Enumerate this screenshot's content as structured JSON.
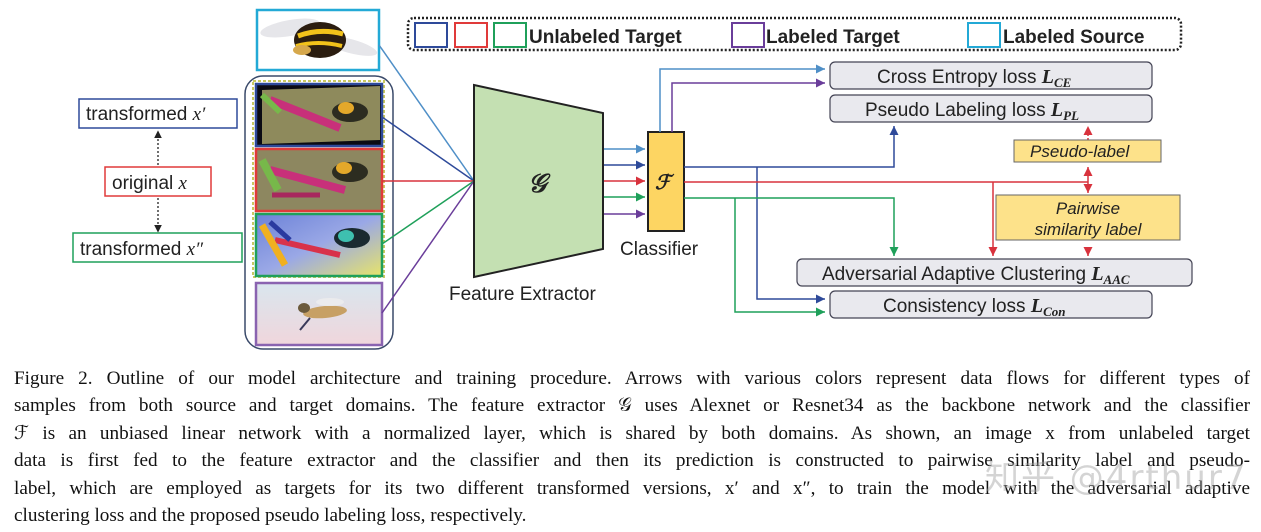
{
  "legend": {
    "unlabeled_target": "Unlabeled Target",
    "labeled_target": "Labeled Target",
    "labeled_source": "Labeled Source"
  },
  "colors": {
    "dark_blue": "#2e4a9a",
    "red": "#e03a3a",
    "green": "#1fa05a",
    "purple": "#6a3d9a",
    "cyan": "#23a9d6",
    "feature_extractor_fill": "#c4e0b2",
    "classifier_fill": "#fdd562",
    "label_box_fill": "#fde28a",
    "loss_box_fill": "#e9e9ee"
  },
  "left_labels": {
    "transformed_prime": "transformed",
    "transformed_prime_var": "x′",
    "original": "original",
    "original_var": "x",
    "transformed_double": "transformed",
    "transformed_double_var": "x″"
  },
  "images": [
    {
      "name": "labeled-source-bee",
      "depicts": "bumblebee photo",
      "border": "cyan"
    },
    {
      "name": "transformed-x-prime",
      "depicts": "bee on flower (rotated)",
      "border": "dark_blue"
    },
    {
      "name": "original-x",
      "depicts": "bee on flower",
      "border": "red"
    },
    {
      "name": "transformed-x-double-prime",
      "depicts": "bee on flower (color-jittered)",
      "border": "green"
    },
    {
      "name": "labeled-target-painting",
      "depicts": "bee watercolor painting",
      "border": "purple"
    }
  ],
  "feature_extractor": {
    "symbol": "𝒢",
    "label": "Feature Extractor"
  },
  "classifier": {
    "symbol": "ℱ",
    "label": "Classifier"
  },
  "losses": {
    "ce": {
      "text": "Cross Entropy loss",
      "math": "L",
      "sub": "CE"
    },
    "pl": {
      "text": "Pseudo Labeling loss",
      "math": "L",
      "sub": "PL"
    },
    "aac": {
      "text": "Adversarial Adaptive Clustering",
      "math": "L",
      "sub": "AAC"
    },
    "con": {
      "text": "Consistency loss",
      "math": "L",
      "sub": "Con"
    }
  },
  "intermediate": {
    "pseudo_label": "Pseudo-label",
    "pairwise_line1": "Pairwise",
    "pairwise_line2": "similarity label"
  },
  "caption": {
    "lines": [
      "Figure 2. Outline of our model architecture and training procedure.  Arrows with various colors represent data flows for different types of",
      "samples from both source and target domains. The feature extractor 𝒢 uses Alexnet or Resnet34 as the backbone network and the classifier",
      "ℱ is an unbiased linear network with a normalized layer, which is shared by both domains.  As shown, an image x from unlabeled target",
      "data is first fed to the feature extractor and the classifier and then its prediction is constructed to pairwise similarity label and pseudo-",
      "label, which are employed as targets for its two different transformed versions, x′ and x″, to train the model with the adversarial adaptive",
      "clustering loss and the proposed pseudo labeling loss, respectively."
    ]
  },
  "watermark": "知乎 @4rthur7"
}
